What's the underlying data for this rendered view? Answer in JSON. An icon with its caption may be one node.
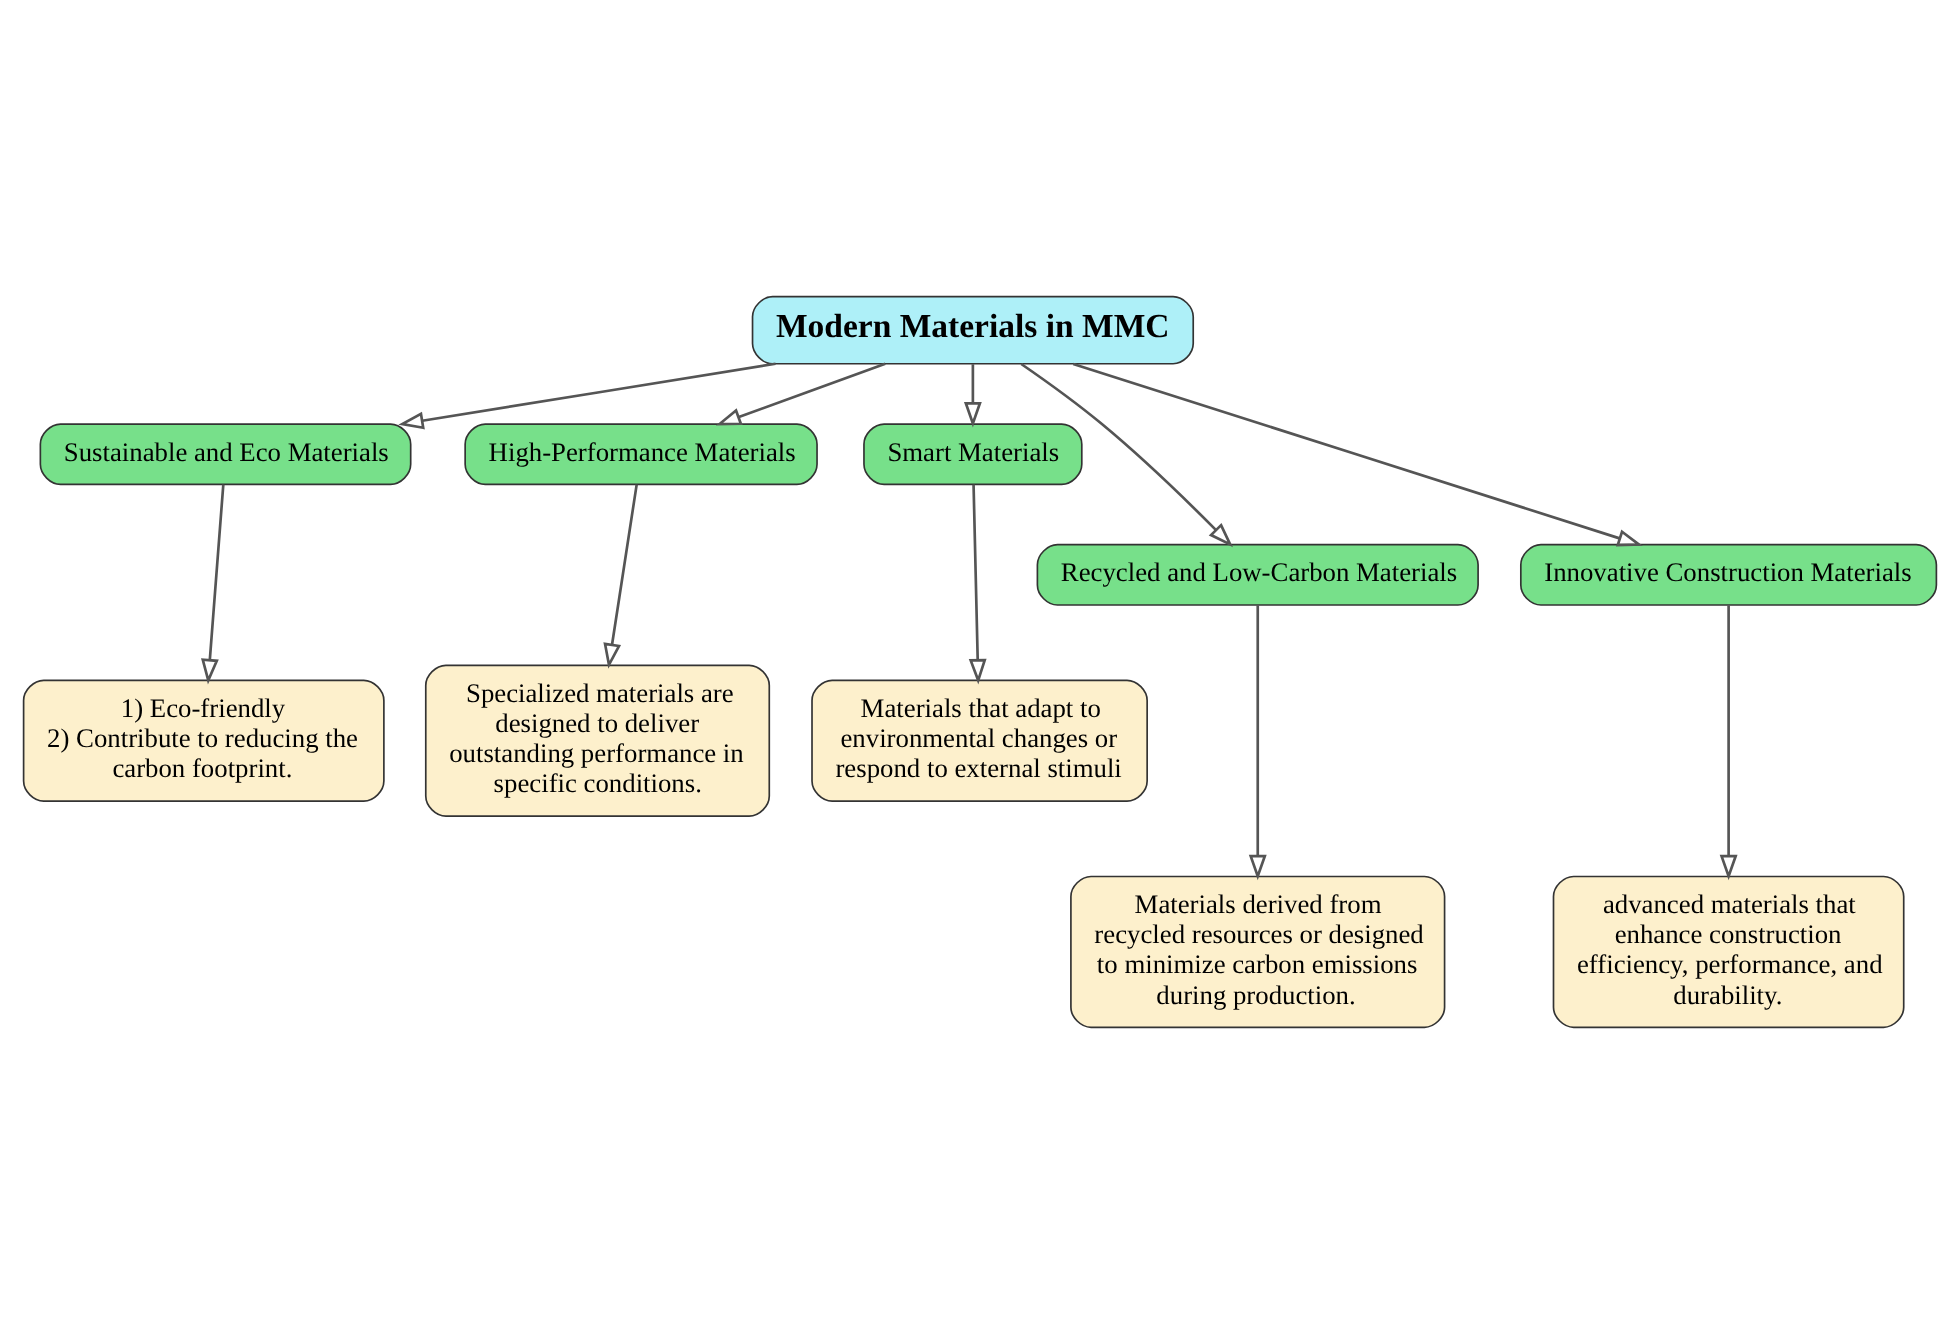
{
  "diagram": {
    "nodes": [
      {
        "text": [
          "Modern Materials in MMC"
        ]
      },
      {
        "text": [
          "Sustainable and Eco Materials"
        ]
      },
      {
        "text": [
          "High-Performance Materials"
        ]
      },
      {
        "text": [
          "Smart Materials"
        ]
      },
      {
        "text": [
          "Recycled and Low-Carbon Materials"
        ]
      },
      {
        "text": [
          "Innovative Construction Materials"
        ]
      },
      {
        "text": [
          "1) Eco-friendly",
          "2) Contribute to reducing the carbon footprint."
        ]
      },
      {
        "text": [
          "Specialized materials are designed to deliver outstanding performance in specific conditions."
        ]
      },
      {
        "text": [
          "Materials that adapt to environmental changes or respond to external stimuli"
        ]
      },
      {
        "text": [
          "Materials derived from recycled resources or designed to minimize carbon emissions during production."
        ]
      },
      {
        "text": [
          "advanced materials that enhance construction efficiency, performance, and durability."
        ]
      }
    ],
    "edges": [
      {
        "from": 0,
        "to": 1,
        "arrow": "to"
      },
      {
        "from": 0,
        "to": 4,
        "arrow": "to"
      },
      {
        "from": 0,
        "to": 2,
        "arrow": "to"
      },
      {
        "from": 0,
        "to": 5,
        "arrow": "to"
      },
      {
        "from": 0,
        "to": 3,
        "arrow": "to"
      },
      {
        "from": 1,
        "to": 6,
        "arrow": "to"
      },
      {
        "from": 4,
        "to": 9,
        "arrow": "to"
      },
      {
        "from": 2,
        "to": 7,
        "arrow": "to"
      },
      {
        "from": 5,
        "to": 10,
        "arrow": "to"
      },
      {
        "from": 3,
        "to": 8,
        "arrow": "to"
      }
    ]
  }
}
